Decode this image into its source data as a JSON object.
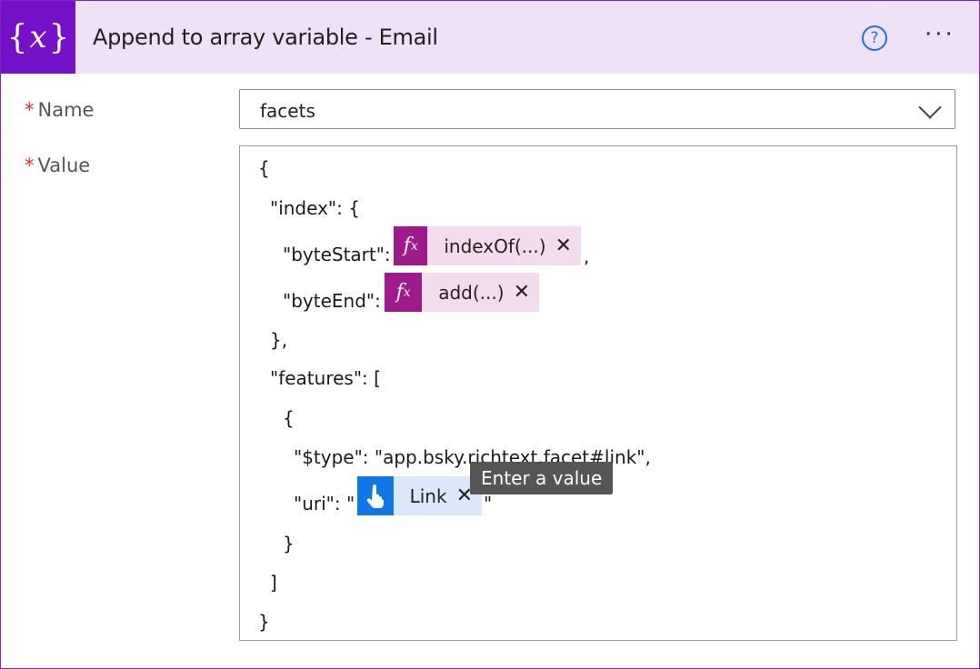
{
  "header": {
    "icon_glyph_left": "{",
    "icon_glyph_x": "x",
    "icon_glyph_right": "}",
    "title": "Append to array variable - Email",
    "help_glyph": "?",
    "more_glyph": "···",
    "background": "#efe1f8",
    "icon_color": "#7512c9"
  },
  "form": {
    "name_label": "Name",
    "name_required": "*",
    "name_value": "facets",
    "value_label": "Value",
    "value_required": "*"
  },
  "value_lines": {
    "l1": "{",
    "l2": "\"index\": {",
    "l3": "\"byteStart\":",
    "l3_suffix": ",",
    "l4": "\"byteEnd\":",
    "l5": "},",
    "l6": "\"features\": [",
    "l7": "{",
    "l8": "\"$type\": \"app.bsky.richtext.facet#link\",",
    "l9": "\"uri\": \"",
    "l9_suffix": "\"",
    "l10": "}",
    "l11": "]",
    "l12": "}"
  },
  "tokens": {
    "byteStart": {
      "icon": "fx-icon",
      "label": "indexOf(...)",
      "close": "✕"
    },
    "byteEnd": {
      "icon": "fx-icon",
      "label": "add(...)",
      "close": "✕"
    },
    "uri": {
      "icon": "hand-pointer-icon",
      "label": "Link",
      "close": "✕"
    }
  },
  "tooltip": "Enter a value",
  "colors": {
    "expression": "#9e1a8a",
    "expression_bg": "#f4dcef",
    "dynamic": "#1277e6",
    "dynamic_bg": "#dbe8fb",
    "required": "#d13438"
  }
}
